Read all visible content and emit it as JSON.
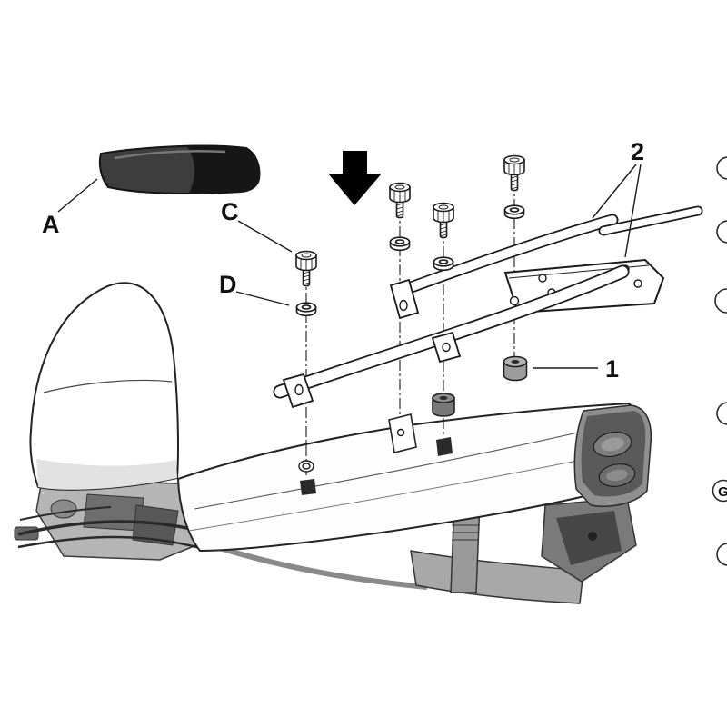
{
  "figure": {
    "background_color": "#ffffff",
    "line_color": "#1a1a1a",
    "arrow_color": "#000000"
  },
  "labels": {
    "part_a": "A",
    "part_c": "C",
    "part_d": "D",
    "spacer": "1",
    "rack": "2"
  },
  "edge_callouts": {
    "visible_letter": "G"
  }
}
